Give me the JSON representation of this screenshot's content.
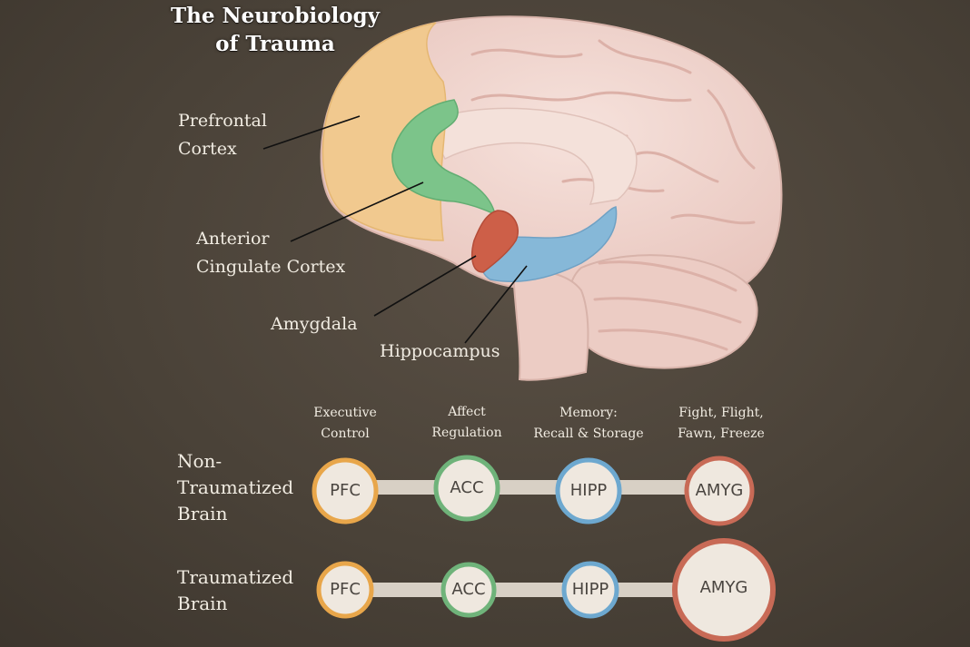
{
  "title": {
    "line1": "The Neurobiology",
    "line2": "of Trauma"
  },
  "labels": {
    "pfc": [
      "Prefrontal",
      "Cortex"
    ],
    "acc": [
      "Anterior",
      "Cingulate Cortex"
    ],
    "amyg": "Amygdala",
    "hipp": "Hippocampus"
  },
  "columns": [
    [
      "Executive",
      "Control"
    ],
    [
      "Affect",
      "Regulation"
    ],
    [
      "Memory:",
      "Recall & Storage"
    ],
    [
      "Fight, Flight,",
      "Fawn, Freeze"
    ]
  ],
  "rows": {
    "non_traumatized": [
      "Non-",
      "Traumatized",
      "Brain"
    ],
    "traumatized": [
      "Traumatized",
      "Brain"
    ]
  },
  "nodes": {
    "pfc": "PFC",
    "acc": "ACC",
    "hipp": "HIPP",
    "amyg": "AMYG"
  },
  "colors": {
    "pfc": "#e8a64a",
    "acc": "#6fb37a",
    "hipp": "#6da8cf",
    "amyg": "#c86a56",
    "prefrontal_region": "#f1c98f",
    "acc_region": "#7cc48a",
    "amygdala_region": "#cd5f48",
    "hippocampus_region": "#86b8d8",
    "brain": "#f0d5cf"
  }
}
